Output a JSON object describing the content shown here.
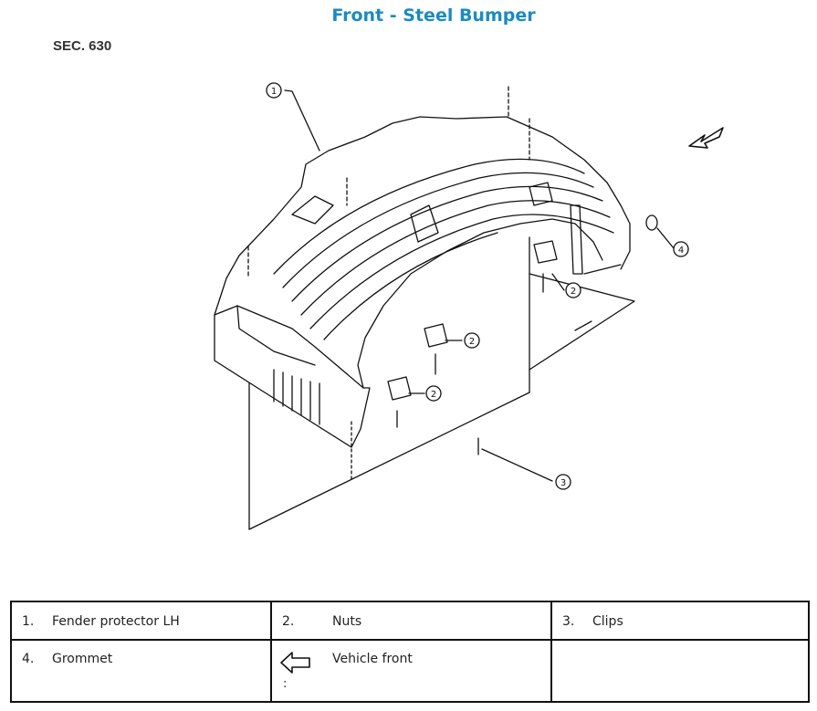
{
  "header": {
    "title": "Front - Steel Bumper",
    "section": "SEC. 630"
  },
  "callouts": {
    "c1": "1",
    "c2": "2",
    "c3": "3",
    "c4": "4"
  },
  "legend": {
    "row1": [
      {
        "num": "1.",
        "label": "Fender protector LH"
      },
      {
        "num": "2.",
        "label": "Nuts"
      },
      {
        "num": "3.",
        "label": "Clips"
      }
    ],
    "row2": [
      {
        "num": "4.",
        "label": "Grommet"
      },
      {
        "icon": "left-arrow-icon",
        "suffix": ":",
        "label": "Vehicle front"
      },
      {
        "label": ""
      }
    ]
  },
  "colors": {
    "title": "#1a8bbf",
    "line": "#111111"
  }
}
